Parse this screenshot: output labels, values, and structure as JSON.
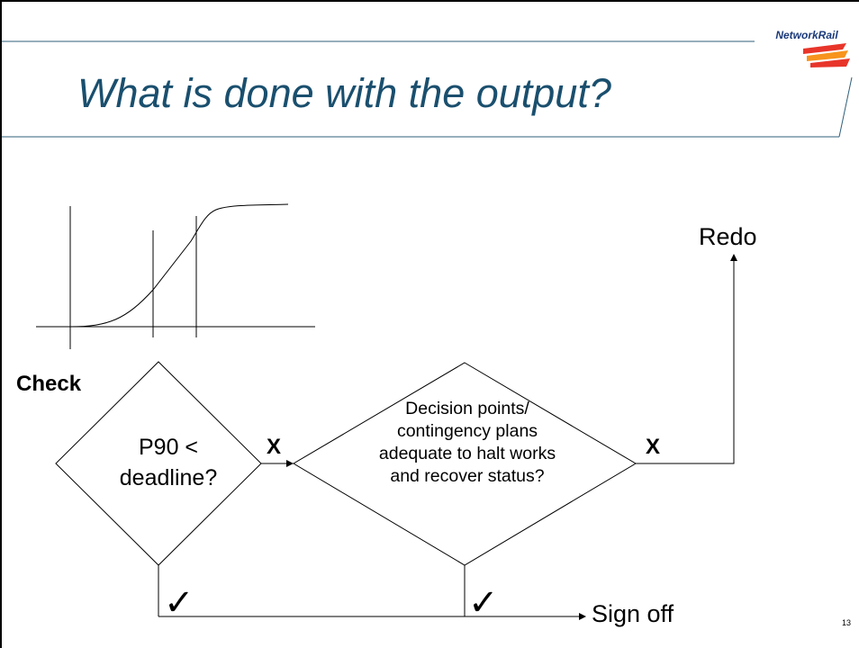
{
  "slide": {
    "title": "What is done with the output?",
    "page_number": "13"
  },
  "logo": {
    "text": "NetworkRail",
    "colors": {
      "text": "#1b3a7a",
      "stripe_red": "#e8352a",
      "stripe_orange": "#f7941d"
    }
  },
  "colors": {
    "title": "#1a4f6e",
    "rule": "#2f5f7a"
  },
  "flowchart": {
    "check_label": "Check",
    "p90_decision": "P90 < deadline?",
    "second_decision": "Decision points/ contingency plans adequate to halt works and recover status?",
    "no_label_1": "X",
    "no_label_2": "X",
    "redo_label": "Redo",
    "sign_off_label": "Sign off",
    "tick_1": "✓",
    "tick_2": "✓"
  }
}
